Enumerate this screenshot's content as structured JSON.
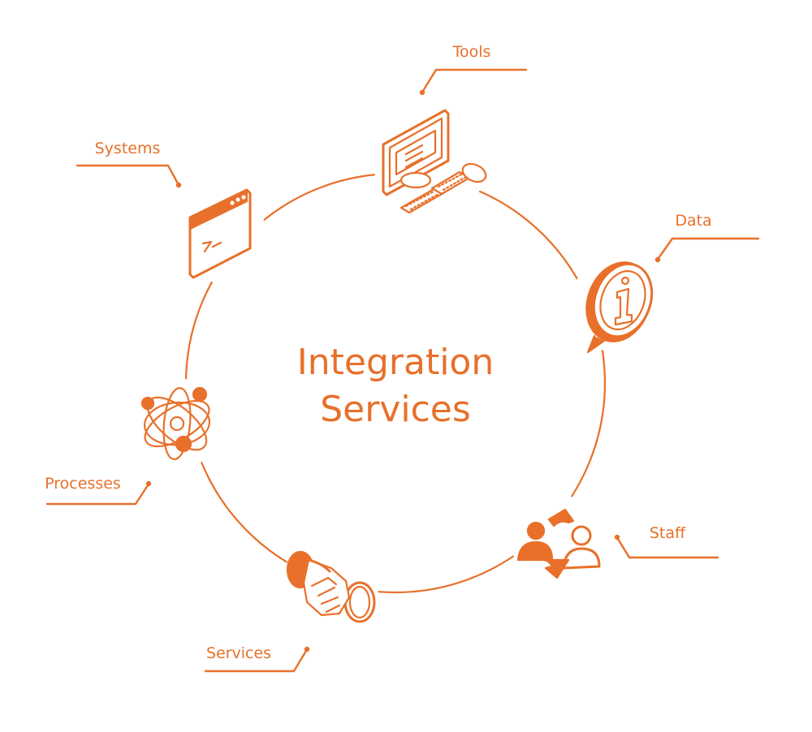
{
  "center_title": {
    "line1": "Integration",
    "line2": "Services"
  },
  "nodes": [
    {
      "label": "Tools",
      "icon": "computer-icon"
    },
    {
      "label": "Systems",
      "icon": "browser-window-icon"
    },
    {
      "label": "Data",
      "icon": "info-bubble-icon"
    },
    {
      "label": "Staff",
      "icon": "people-exchange-icon"
    },
    {
      "label": "Services",
      "icon": "handshake-icon"
    },
    {
      "label": "Processes",
      "icon": "atom-icon"
    }
  ],
  "colors": {
    "accent": "#E8702A",
    "background": "#FFFFFF"
  }
}
